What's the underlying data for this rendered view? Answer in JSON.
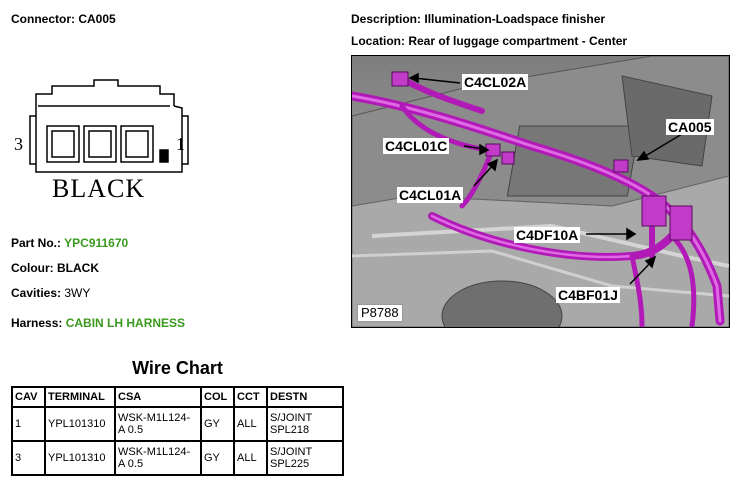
{
  "header": {
    "connector_label": "Connector:",
    "connector_value": "CA005",
    "description_label": "Description:",
    "description_value": "Illumination-Loadspace finisher",
    "location_label": "Location:",
    "location_value": "Rear of luggage compartment - Center"
  },
  "connector": {
    "pin_left": "3",
    "pin_right": "1",
    "color_text": "BLACK"
  },
  "details": {
    "part_no_label": "Part No.:",
    "part_no_value": "YPC911670",
    "colour_label": "Colour:",
    "colour_value": "BLACK",
    "cavities_label": "Cavities:",
    "cavities_value": "3WY",
    "harness_label": "Harness:",
    "harness_value": "CABIN LH HARNESS",
    "link_color": "#3a9a1e"
  },
  "wire_chart": {
    "title": "Wire Chart",
    "headers": [
      "CAV",
      "TERMINAL",
      "CSA",
      "COL",
      "CCT",
      "DESTN"
    ],
    "rows": [
      {
        "cav": "1",
        "terminal": "YPL101310",
        "csa_1": "WSK-M1L124-",
        "csa_2": "A 0.5",
        "col": "GY",
        "cct": "ALL",
        "destn_1": "S/JOINT",
        "destn_2": "SPL218"
      },
      {
        "cav": "3",
        "terminal": "YPL101310",
        "csa_1": "WSK-M1L124-",
        "csa_2": "A 0.5",
        "col": "GY",
        "cct": "ALL",
        "destn_1": "S/JOINT",
        "destn_2": "SPL225"
      }
    ]
  },
  "photo": {
    "code": "P8788",
    "callouts": {
      "c4cl02a": "C4CL02A",
      "ca005": "CA005",
      "c4cl01c": "C4CL01C",
      "c4cl01a": "C4CL01A",
      "c4df10a": "C4DF10A",
      "c4bf01j": "C4BF01J"
    },
    "harness_color": "#b21ab8"
  }
}
